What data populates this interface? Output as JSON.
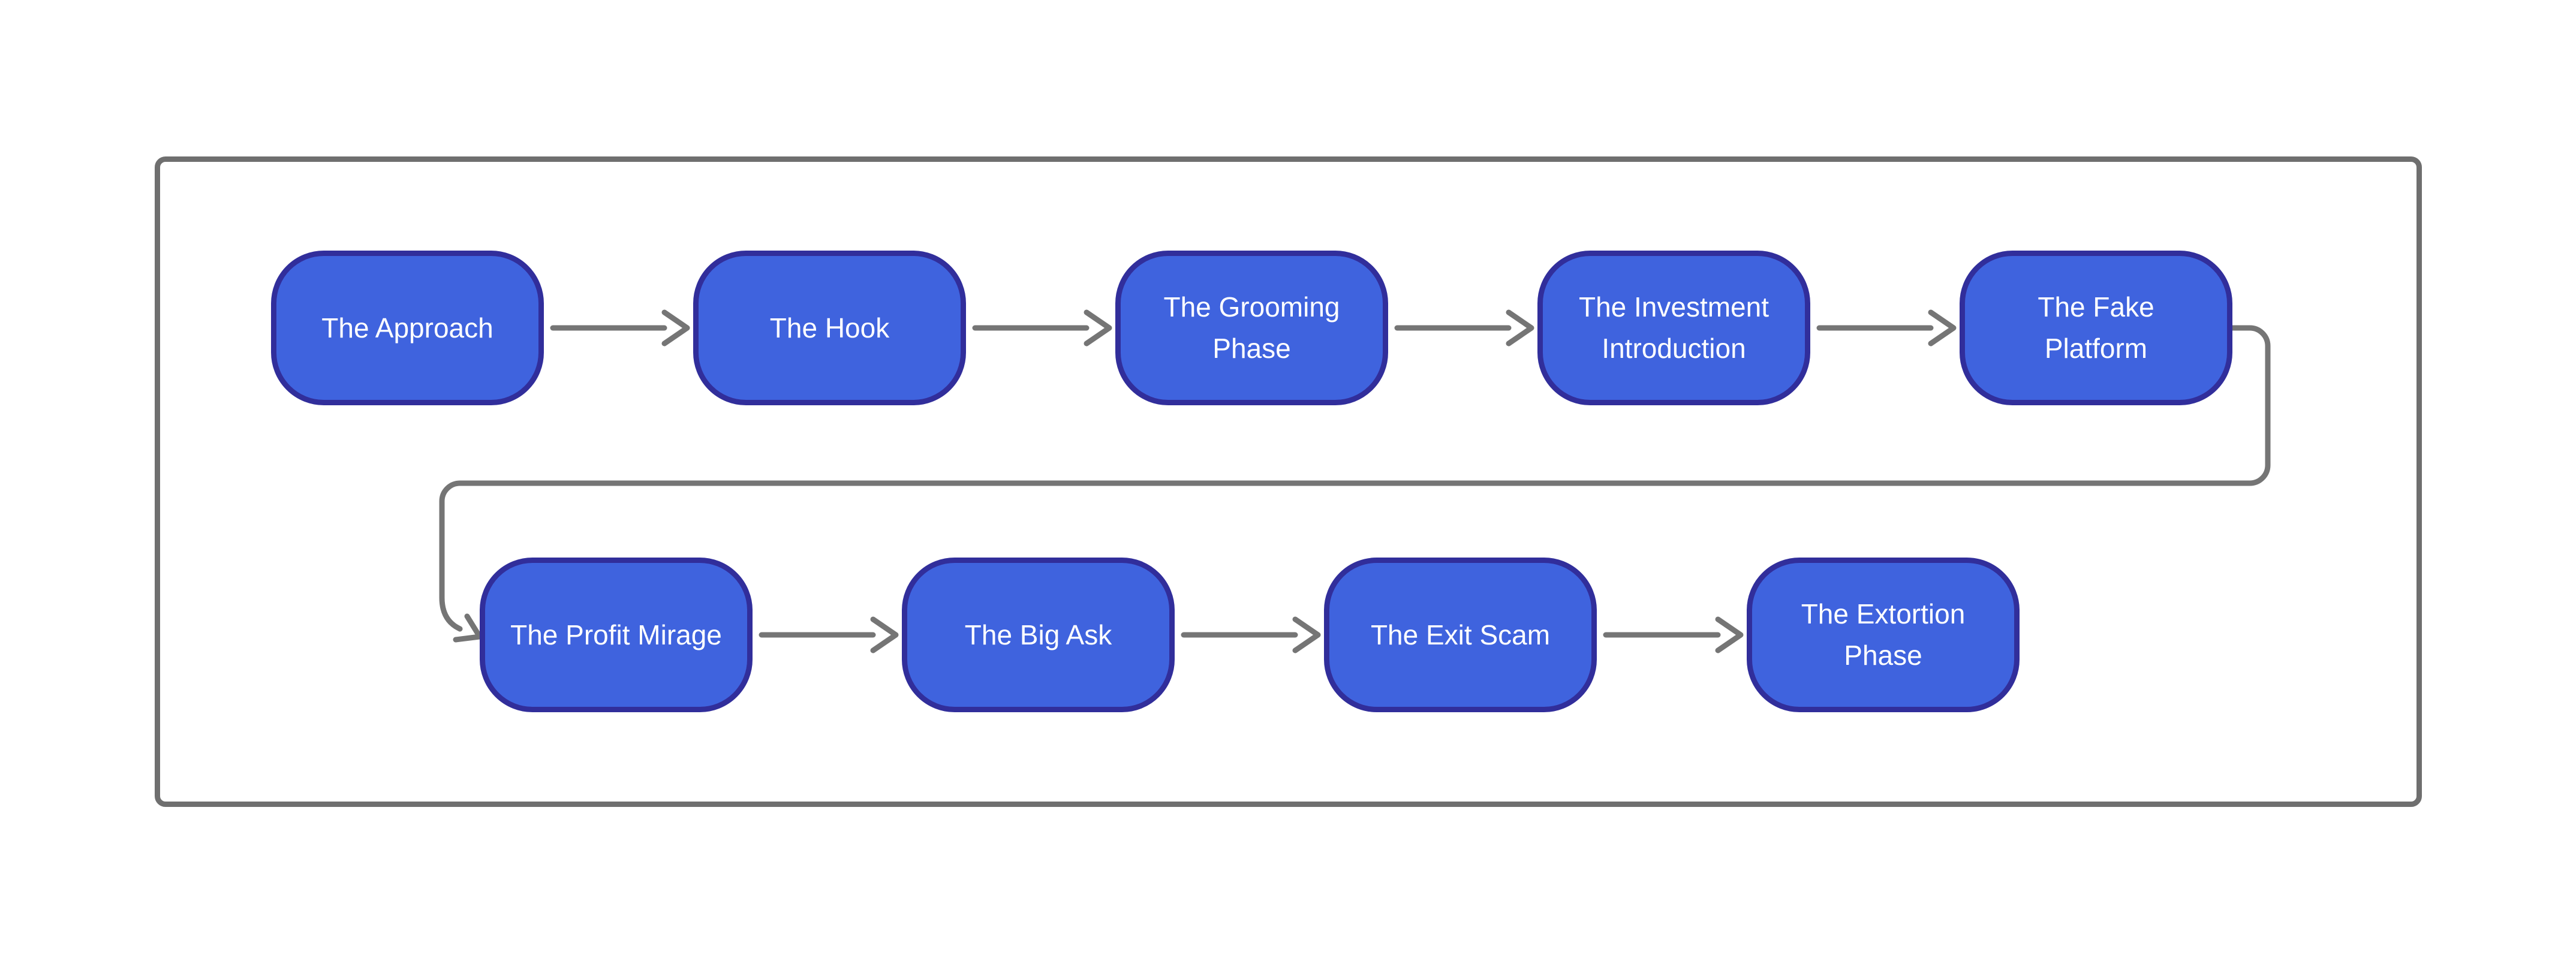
{
  "diagram": {
    "title": "",
    "colors": {
      "node_fill": "#3f63de",
      "node_border": "#312e9b",
      "node_text": "#ffffff",
      "connector": "#757575",
      "frame_border": "#6f6f6f",
      "background": "#ffffff"
    },
    "row1": [
      {
        "id": "approach",
        "label": "The Approach"
      },
      {
        "id": "hook",
        "label": "The Hook"
      },
      {
        "id": "grooming-phase",
        "label": "The Grooming\nPhase"
      },
      {
        "id": "investment-introduction",
        "label": "The Investment\nIntroduction"
      },
      {
        "id": "fake-platform",
        "label": "The Fake\nPlatform"
      }
    ],
    "row2": [
      {
        "id": "profit-mirage",
        "label": "The Profit Mirage"
      },
      {
        "id": "big-ask",
        "label": "The Big Ask"
      },
      {
        "id": "exit-scam",
        "label": "The Exit Scam"
      },
      {
        "id": "extortion-phase",
        "label": "The Extortion\nPhase"
      }
    ]
  }
}
